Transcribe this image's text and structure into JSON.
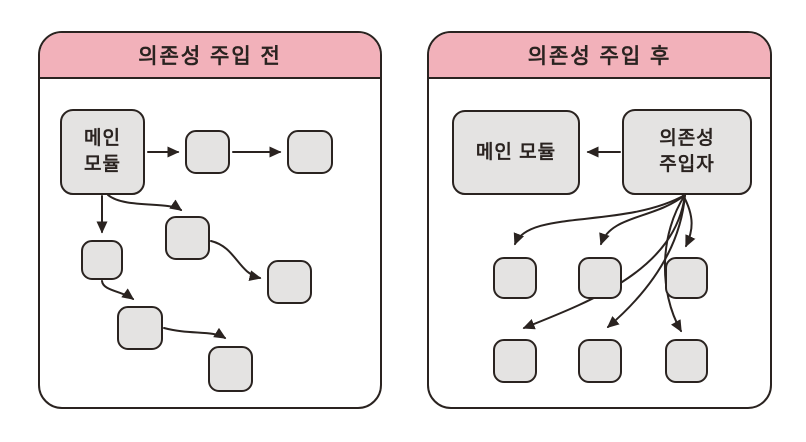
{
  "colors": {
    "header_pink": "#F2B1BA",
    "box_fill": "#E4E3E2",
    "ink": "#2A2320",
    "background": "#FFFFFF"
  },
  "before": {
    "title": "의존성 주입 전",
    "main_module": {
      "line1": "메인",
      "line2": "모듈"
    }
  },
  "after": {
    "title": "의존성 주입 후",
    "main_module_label": "메인 모듈",
    "injector": {
      "line1": "의존성",
      "line2": "주입자"
    }
  }
}
